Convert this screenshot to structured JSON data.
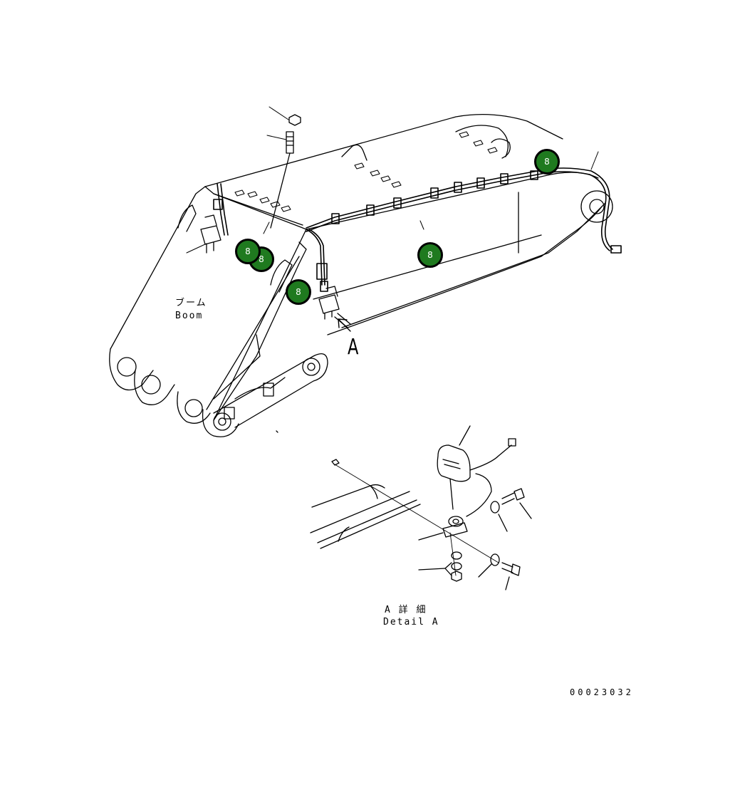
{
  "labels": {
    "boom_jp": "ブーム",
    "boom_en": "Boom",
    "view_marker": "A",
    "detail_jp": "A 詳 細",
    "detail_en": "Detail A",
    "drawing_number": "00023032"
  },
  "callouts": [
    {
      "id": "callout-1",
      "number": "8"
    },
    {
      "id": "callout-2",
      "number": "8"
    },
    {
      "id": "callout-3",
      "number": "8"
    },
    {
      "id": "callout-4",
      "number": "8"
    },
    {
      "id": "callout-5",
      "number": "8"
    }
  ],
  "colors": {
    "callout_fill": "#1f7a1f",
    "line": "#000000"
  }
}
